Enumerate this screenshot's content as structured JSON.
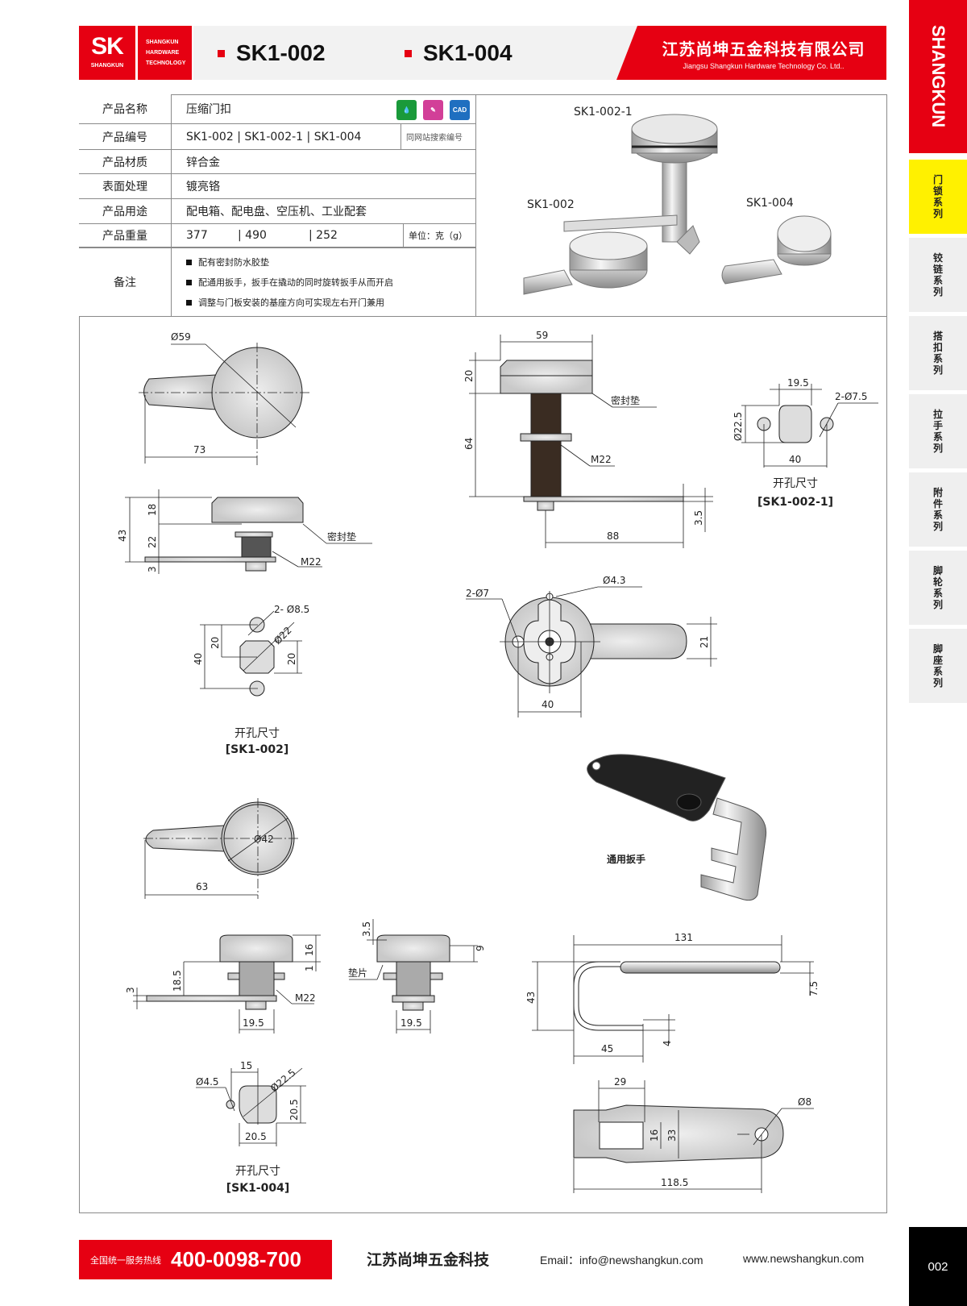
{
  "header": {
    "logo_mark": "SK",
    "logo_sub": "SHANGKUN",
    "logo_lines": [
      "SHANGKUN",
      "HARDWARE",
      "TECHNOLOGY"
    ],
    "models": [
      "SK1-002",
      "SK1-004"
    ],
    "company_cn": "江苏尚坤五金科技有限公司",
    "company_en": "Jiangsu Shangkun Hardware Technology Co. Ltd.."
  },
  "sidebar": {
    "brand": "SHANGKUN",
    "tabs": [
      "门锁系列",
      "铰链系列",
      "搭扣系列",
      "拉手系列",
      "附件系列",
      "脚轮系列",
      "脚座系列"
    ],
    "active": 0
  },
  "spec": {
    "name_label": "产品名称",
    "name": "压缩门扣",
    "icons": [
      {
        "name": "waterproof-icon",
        "color": "#1a9a3a"
      },
      {
        "name": "tool-icon",
        "color": "#d23f98"
      },
      {
        "name": "cad-icon",
        "label": "CAD",
        "color": "#1f6fc0"
      }
    ],
    "code_label": "产品编号",
    "code": "SK1-002 | SK1-002-1 | SK1-004",
    "code_note": "同网站搜索编号",
    "material_label": "产品材质",
    "material": "锌合金",
    "surface_label": "表面处理",
    "surface": "镀亮铬",
    "usage_label": "产品用途",
    "usage": "配电箱、配电盘、空压机、工业配套",
    "weight_label": "产品重量",
    "weights": [
      "377",
      "| 490",
      "| 252"
    ],
    "weight_unit": "单位：克（g）",
    "notes_label": "备注",
    "notes": [
      "配有密封防水胶垫",
      "配通用扳手，扳手在撬动的同时旋转扳手从而开启",
      "调整与门板安装的基座方向可实现左右开门兼用"
    ]
  },
  "photos": {
    "labels": [
      "SK1-002-1",
      "SK1-002",
      "SK1-004"
    ],
    "wrench_label": "通用扳手"
  },
  "drawings": {
    "sk002_top": {
      "dia": "Ø59",
      "len": "73"
    },
    "sk002_side": {
      "h": "43",
      "h1": "18",
      "h2": "22",
      "h3": "3",
      "gasket": "密封垫",
      "thread": "M22"
    },
    "sk002_cut": {
      "holes": "2- Ø8.5",
      "dia": "Ø22",
      "d1": "20",
      "d2": "40",
      "d3": "20",
      "caption": "开孔尺寸",
      "model": "[SK1-002]"
    },
    "sk0021_side": {
      "w": "59",
      "h1": "20",
      "h2": "64",
      "t": "3.5",
      "len": "88",
      "gasket": "密封垫",
      "thread": "M22"
    },
    "sk0021_cut": {
      "w": "19.5",
      "holes": "2-Ø7.5",
      "dia": "Ø22.5",
      "span": "40",
      "caption": "开孔尺寸",
      "model": "[SK1-002-1]"
    },
    "sk0021_back": {
      "holes": "2-Ø7",
      "hole": "Ø4.3",
      "w": "21",
      "span": "40"
    },
    "sk004_top": {
      "dia": "Ø42",
      "len": "63"
    },
    "sk004_side": {
      "h1": "16",
      "h2": "1",
      "h3": "18.5",
      "t": "3",
      "w": "19.5",
      "thread": "M22"
    },
    "sk004_side2": {
      "h1": "3.5",
      "h2": "9",
      "shim": "垫片",
      "w": "19.5"
    },
    "sk004_cut": {
      "w": "15",
      "dia": "Ø22.5",
      "hole": "Ø4.5",
      "h": "20.5",
      "w2": "20.5",
      "caption": "开孔尺寸",
      "model": "[SK1-004]"
    },
    "wrench_side": {
      "len": "131",
      "h": "43",
      "t": "7.5",
      "t2": "4",
      "arm": "45"
    },
    "wrench_top": {
      "slot": "29",
      "sw": "16",
      "w": "33",
      "hole": "Ø8",
      "len": "118.5"
    }
  },
  "footer": {
    "hotline_label": "全国统一服务热线",
    "hotline": "400-0098-700",
    "brand": "江苏尚坤五金科技",
    "email": "Email：info@newshangkun.com",
    "web": "www.newshangkun.com",
    "page": "002"
  }
}
